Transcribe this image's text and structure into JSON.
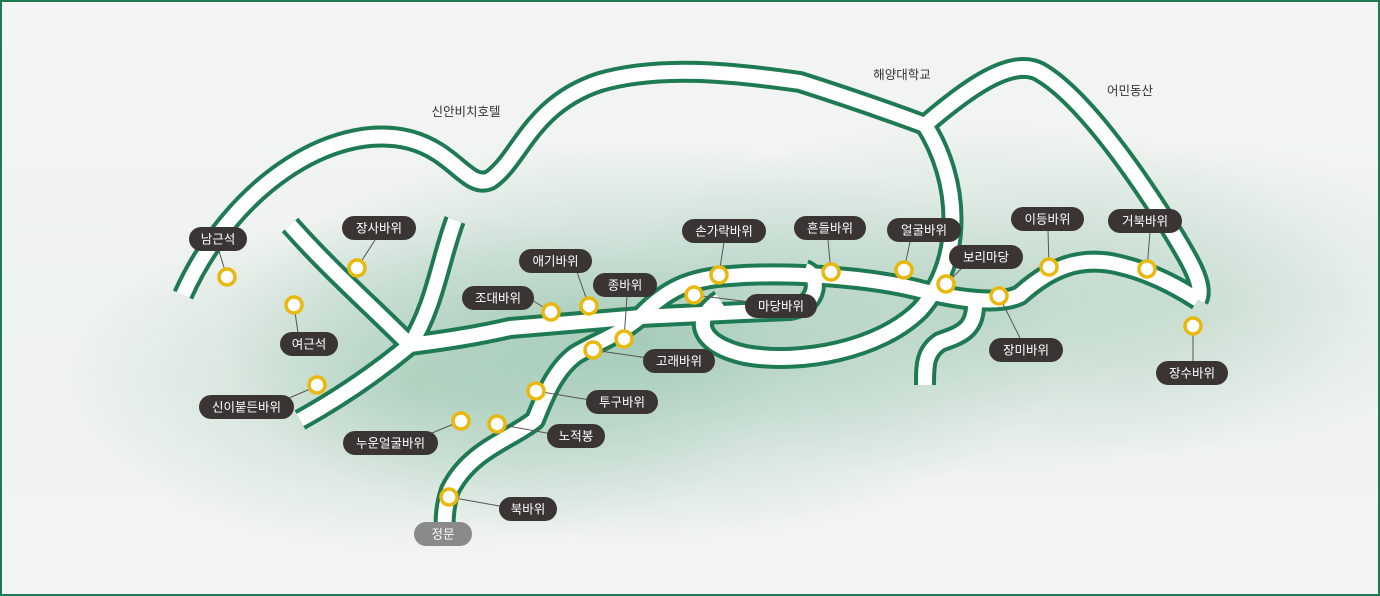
{
  "map": {
    "regions": [
      {
        "id": "shinan",
        "text": "신안비치호텔"
      },
      {
        "id": "haeyang",
        "text": "해양대학교"
      },
      {
        "id": "eomin",
        "text": "어민동산"
      }
    ],
    "spots": [
      {
        "id": "namgeunseok",
        "text": "남근석"
      },
      {
        "id": "jangsa",
        "text": "장사바위"
      },
      {
        "id": "yeogeunseok",
        "text": "여근석"
      },
      {
        "id": "sinibut",
        "text": "신이붙든바위"
      },
      {
        "id": "aegi",
        "text": "애기바위"
      },
      {
        "id": "jodae",
        "text": "조대바위"
      },
      {
        "id": "jong",
        "text": "종바위"
      },
      {
        "id": "songarak",
        "text": "손가락바위"
      },
      {
        "id": "madang",
        "text": "마당바위"
      },
      {
        "id": "heundeul",
        "text": "흔들바위"
      },
      {
        "id": "eolgul",
        "text": "얼굴바위"
      },
      {
        "id": "borimadang",
        "text": "보리마당"
      },
      {
        "id": "ideung",
        "text": "이등바위"
      },
      {
        "id": "geobuk",
        "text": "거북바위"
      },
      {
        "id": "jangmi",
        "text": "장미바위"
      },
      {
        "id": "jangsu",
        "text": "장수바위"
      },
      {
        "id": "gorae",
        "text": "고래바위"
      },
      {
        "id": "tugu",
        "text": "투구바위"
      },
      {
        "id": "nuun",
        "text": "누운얼굴바위"
      },
      {
        "id": "nojeok",
        "text": "노적봉"
      },
      {
        "id": "buk",
        "text": "북바위"
      }
    ],
    "entrance": {
      "text": "정문"
    },
    "colors": {
      "path_outline": "#1e7a52",
      "path_fill": "#ffffff",
      "label_bg": "#3a3533",
      "entrance_bg": "#8a8a8a",
      "marker_ring": "#e8b80c",
      "marker_fill": "#ffffff"
    }
  }
}
